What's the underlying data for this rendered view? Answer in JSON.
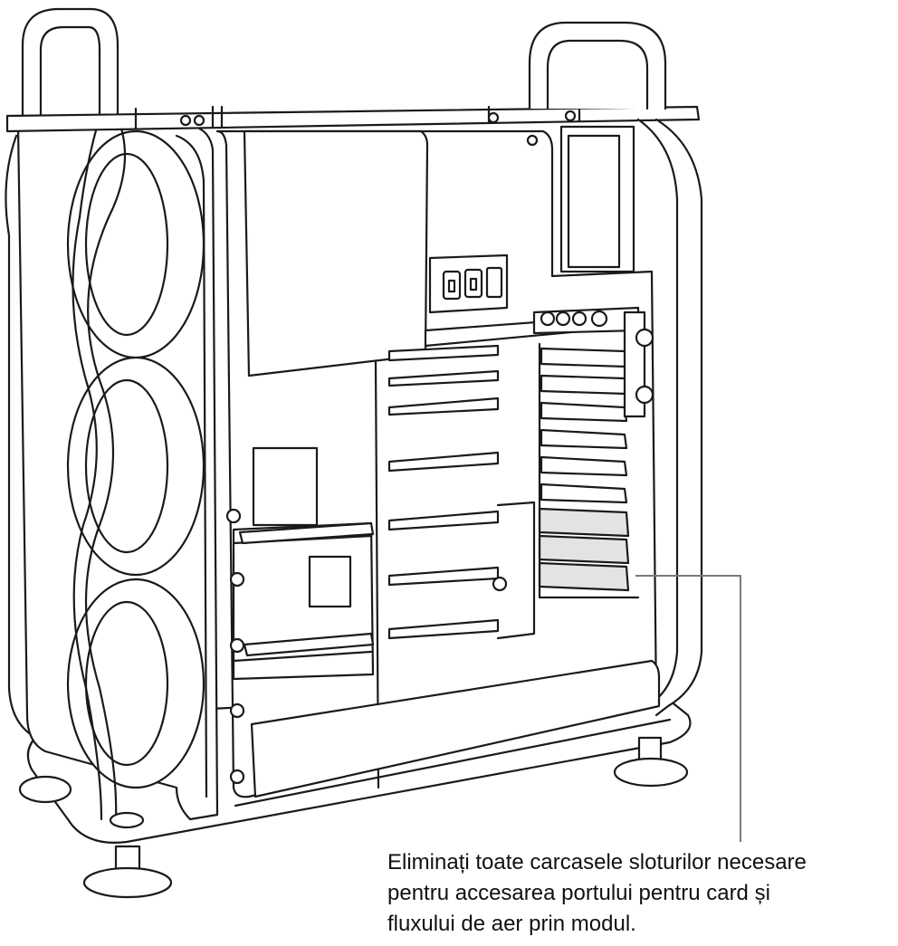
{
  "caption": {
    "lines": [
      "Eliminați toate carcasele sloturilor necesare",
      "pentru accesarea portului pentru card și",
      "fluxului de aer prin modul."
    ]
  },
  "colors": {
    "stroke": "#1a1a1a",
    "fill": "#ffffff",
    "highlight": "#e3e3e3",
    "callout": "#7a7a7a"
  }
}
